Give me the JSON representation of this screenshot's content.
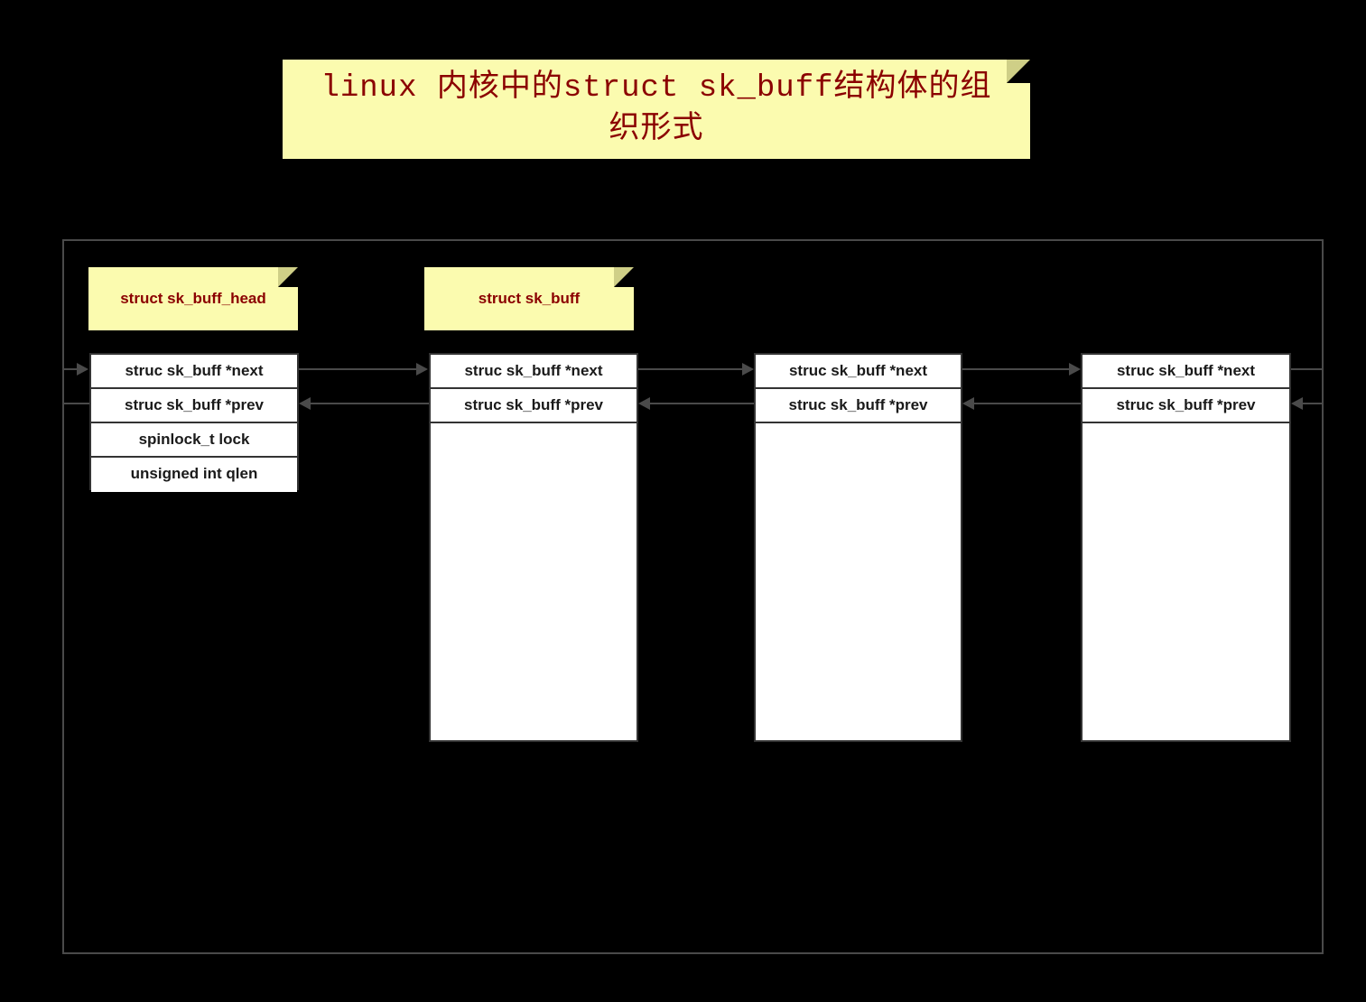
{
  "title_note": {
    "text": "linux 内核中的struct sk_buff结构体的组织形式",
    "bg_color": "#FBFBAF",
    "text_color": "#8B0000"
  },
  "legend_notes": [
    {
      "label": "struct sk_buff_head"
    },
    {
      "label": "struct sk_buff"
    }
  ],
  "boxes": [
    {
      "name": "sk_buff_head",
      "rows": [
        "struc sk_buff *next",
        "struc sk_buff *prev",
        "spinlock_t  lock",
        "unsigned int qlen"
      ]
    },
    {
      "name": "sk_buff-1",
      "rows": [
        "struc sk_buff *next",
        "struc sk_buff *prev"
      ]
    },
    {
      "name": "sk_buff-2",
      "rows": [
        "struc sk_buff *next",
        "struc sk_buff *prev"
      ]
    },
    {
      "name": "sk_buff-3",
      "rows": [
        "struc sk_buff *next",
        "struc sk_buff *prev"
      ]
    }
  ],
  "colors": {
    "background": "#000000",
    "box_fill": "#FFFFFF",
    "box_border": "#333333",
    "connector": "#4A4A4A",
    "note_fill": "#FBFBAF",
    "note_fold": "#CFCF87",
    "note_text": "#8B0000",
    "row_text": "#1A1A1A"
  }
}
